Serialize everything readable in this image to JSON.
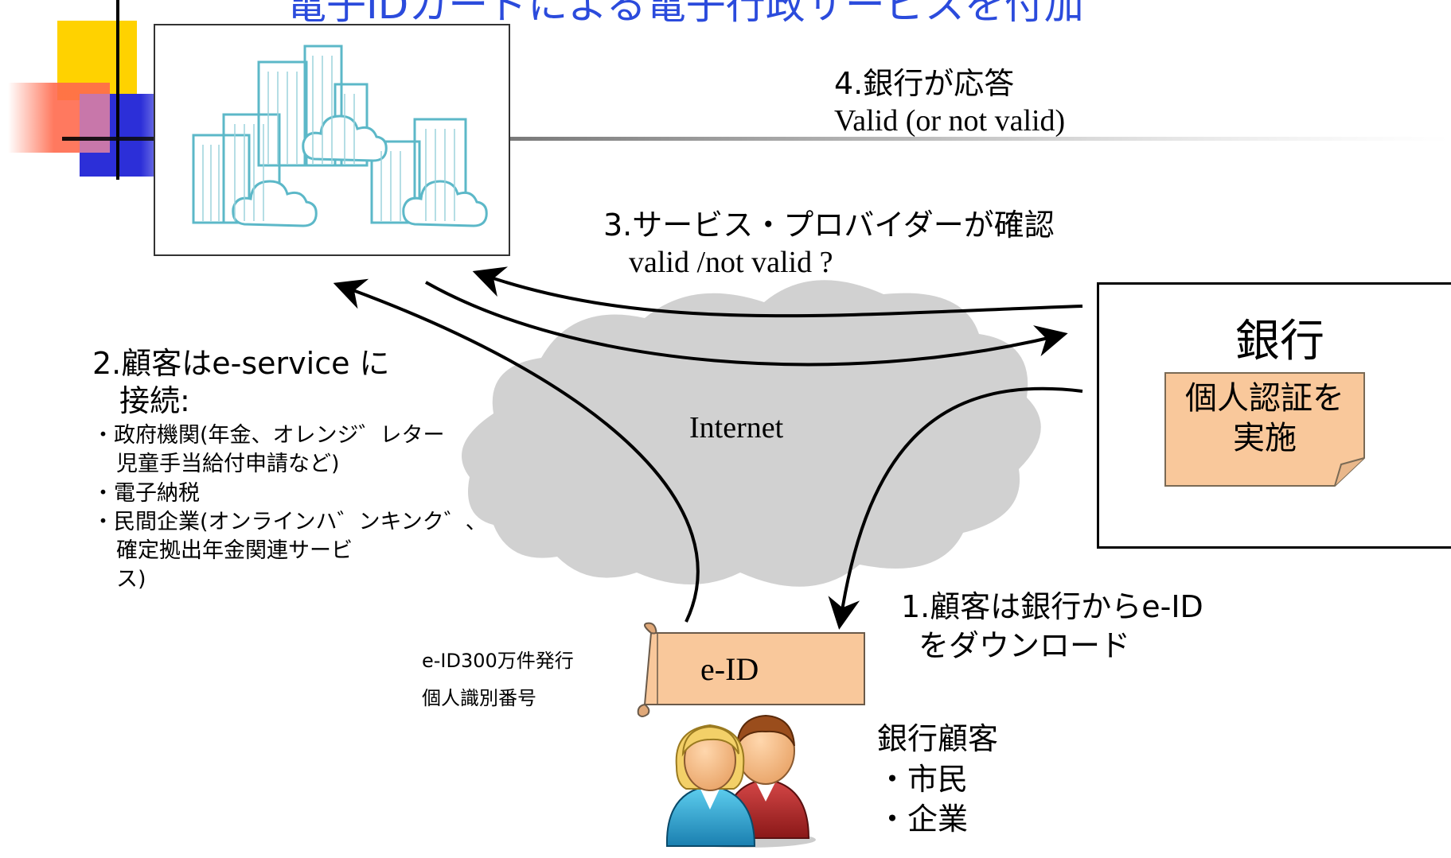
{
  "slide": {
    "title": "電子IDカードによる電子行政サービスを付加"
  },
  "bank": {
    "title": "銀行",
    "auth_note_line1": "個人認証を",
    "auth_note_line2": "実施"
  },
  "cloud": {
    "label": "Internet"
  },
  "steps": {
    "step1_line1": "1.顧客は銀行からe-ID",
    "step1_line2": "をダウンロード",
    "step2_line1": "2.顧客はe-service に",
    "step2_line2": "接続:",
    "step2_items": [
      "・政府機関(年金、オレンジ゛レター",
      "児童手当給付申請など)",
      "・電子納税",
      "・民間企業(オンラインハ゛ンキンク゛、",
      "確定拠出年金関連サービ",
      "ス)"
    ],
    "step3_line1": "3.サービス・プロバイダーが確認",
    "step3_line2": "valid /not valid ?",
    "step4_line1": "4.銀行が応答",
    "step4_line2": "Valid (or not valid)"
  },
  "eid": {
    "label": "e-ID",
    "note_line1": "e-ID300万件発行",
    "note_line2": "個人識別番号"
  },
  "customers": {
    "title": "銀行顧客",
    "item1": "・市民",
    "item2": "・企業"
  },
  "colors": {
    "title_blue": "#2b4bdc",
    "note_fill": "#f9c89b",
    "cloud_gray": "#cfcfcf",
    "building_line": "#5cb8c8",
    "deco_yellow": "#ffd200",
    "deco_red": "#ff6a4d",
    "deco_blue": "#2c2fd8"
  },
  "icons": [
    "buildings-clouds-icon",
    "internet-cloud-icon",
    "eid-scroll-icon",
    "customers-people-icon",
    "note-paper-icon"
  ]
}
